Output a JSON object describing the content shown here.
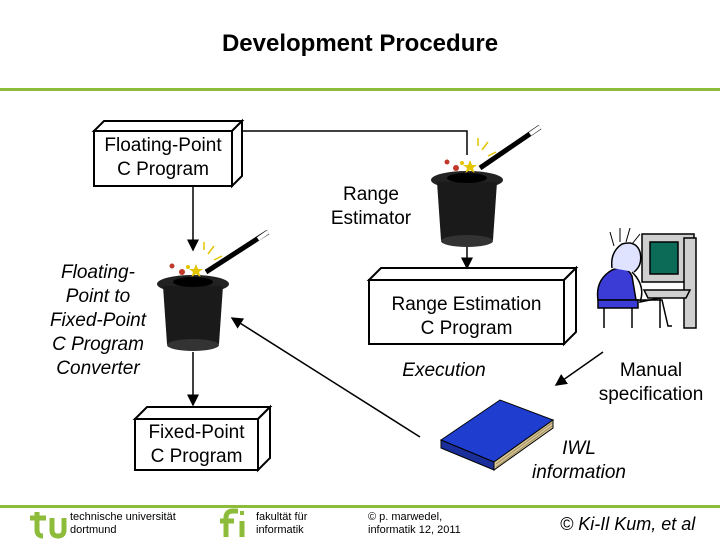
{
  "title": "Development Procedure",
  "nodes": {
    "float_prog": [
      "Floating-Point",
      "C Program"
    ],
    "range_estimator": [
      "Range",
      "Estimator"
    ],
    "converter": [
      "Floating-",
      "Point to",
      "Fixed-Point",
      "C Program",
      "Converter"
    ],
    "range_prog": [
      "Range Estimation",
      "C Program"
    ],
    "execution": "Execution",
    "manual": [
      "Manual",
      "specification"
    ],
    "fixed_prog": [
      "Fixed-Point",
      "C Program"
    ],
    "iwl": [
      "IWL",
      "information"
    ]
  },
  "footer": {
    "uni": [
      "technische universität",
      "dortmund"
    ],
    "fak": [
      "fakultät für",
      "informatik"
    ],
    "copy1": [
      "© p. marwedel,",
      "informatik 12,  2011"
    ],
    "copy2": "© Ki-Il Kum, et al"
  },
  "colors": {
    "accent": "#8dbb3a",
    "logo": "#8dbb3a",
    "book": "#1f3ecf"
  }
}
